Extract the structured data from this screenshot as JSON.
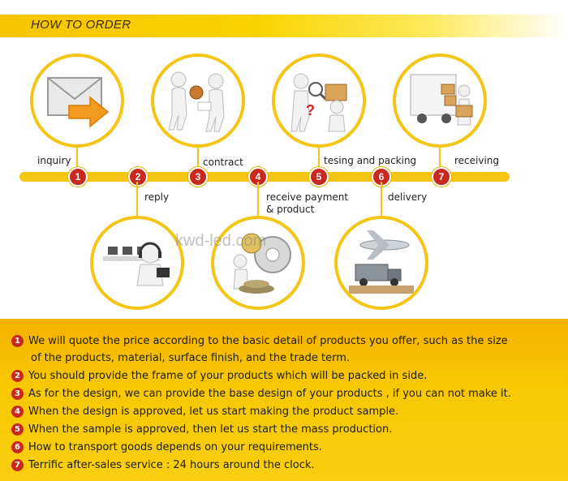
{
  "header": {
    "title": "HOW TO ORDER"
  },
  "watermark": "kwd-led.com",
  "steps": [
    {
      "num": "1",
      "label": "inquiry"
    },
    {
      "num": "2",
      "label": "reply"
    },
    {
      "num": "3",
      "label": "contract"
    },
    {
      "num": "4",
      "label_line1": "receive payment",
      "label_line2": "& product"
    },
    {
      "num": "5",
      "label": "tesing and packing"
    },
    {
      "num": "6",
      "label": "delivery"
    },
    {
      "num": "7",
      "label": "receiving"
    }
  ],
  "notes": [
    {
      "num": "1",
      "text": "We will quote the price according to the basic detail of products you offer,  such as the size",
      "cont": "of the products,  material,  surface finish,  and the trade term."
    },
    {
      "num": "2",
      "text": "You should provide the frame of your products which will be packed in side."
    },
    {
      "num": "3",
      "text": "As for the design,  we can provide the base design of your products , if you can not make it."
    },
    {
      "num": "4",
      "text": "When the design is approved,  let us start making the product sample."
    },
    {
      "num": "5",
      "text": "When the sample is approved,  then let us start the mass production."
    },
    {
      "num": "6",
      "text": "How to transport goods depends on your requirements."
    },
    {
      "num": "7",
      "text": "Terrific after-sales service : 24 hours around the clock."
    }
  ],
  "icons": [
    "envelope-arrow-icon",
    "call-center-icon",
    "handshake-figures-icon",
    "money-gears-icon",
    "inspection-figure-icon",
    "airplane-truck-icon",
    "delivery-truck-icon"
  ]
}
